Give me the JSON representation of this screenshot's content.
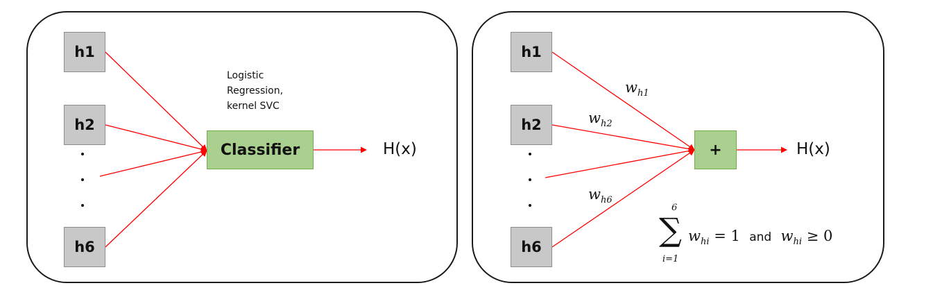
{
  "left_panel": {
    "inputs": [
      "h1",
      "h2",
      "h6"
    ],
    "classifier_label": "Classifier",
    "note_lines": [
      "Logistic",
      "Regression,",
      "kernel SVC"
    ],
    "output": "H(x)"
  },
  "right_panel": {
    "inputs": [
      "h1",
      "h2",
      "h6"
    ],
    "sum_label": "+",
    "output": "H(x)",
    "weights": [
      {
        "base": "w",
        "sub": "h1"
      },
      {
        "base": "w",
        "sub": "h2"
      },
      {
        "base": "w",
        "sub": "h6"
      }
    ],
    "constraint": {
      "sum_symbol": "∑",
      "upper": "6",
      "lower": "i=1",
      "term_base": "w",
      "term_sub": "hi",
      "equals": "= 1",
      "connector": "and",
      "relation": "≥ 0"
    }
  },
  "colors": {
    "arrow": "#ff0000",
    "input_box": "#c8c8c8",
    "combiner_box": "#a9d08e",
    "combiner_border": "#70ad47",
    "panel_border": "#1a1a1a"
  }
}
